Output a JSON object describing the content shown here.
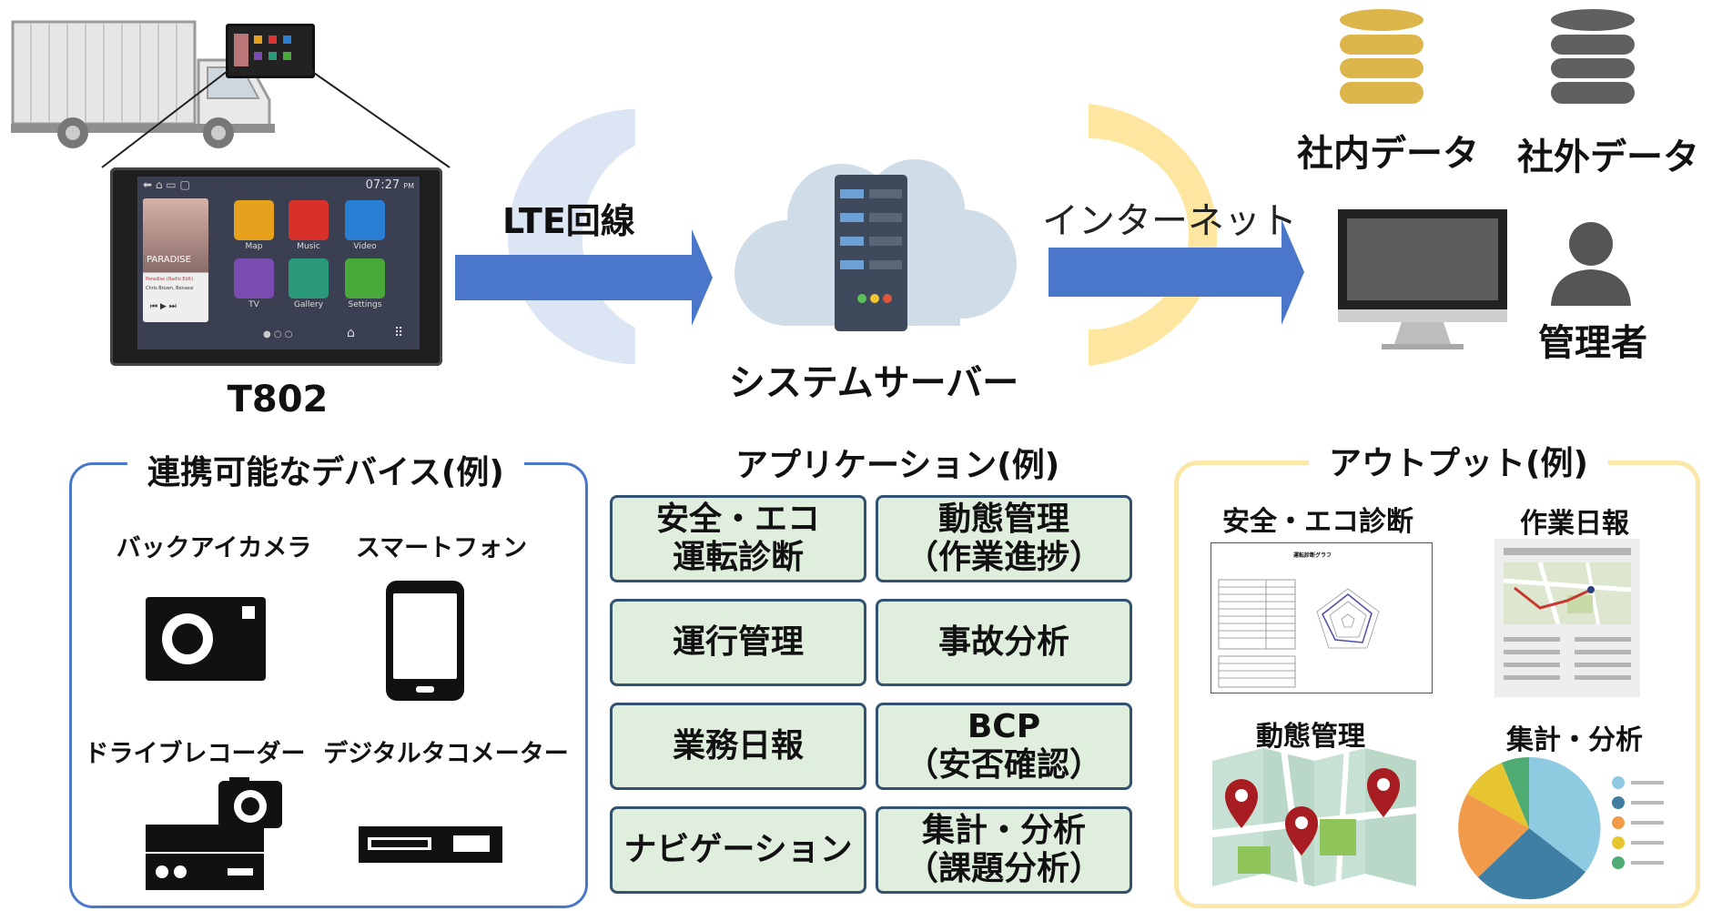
{
  "device": {
    "name": "T802",
    "screen": {
      "clock": "07:27",
      "ampm": "PM",
      "album": "PARADISE",
      "song": "Paradise (Radio Edit)",
      "artist": "Chris Brown, Benassi",
      "apps": [
        "Map",
        "Music",
        "Video",
        "TV",
        "Gallery",
        "Settings"
      ]
    }
  },
  "links": {
    "lte": "LTE回線",
    "internet": "インターネット"
  },
  "server": {
    "label": "システムサーバー"
  },
  "data": {
    "internal": "社内データ",
    "external": "社外データ"
  },
  "admin": {
    "label": "管理者"
  },
  "devices_panel": {
    "title": "連携可能なデバイス(例)",
    "items": [
      "バックアイカメラ",
      "スマートフォン",
      "ドライブレコーダー",
      "デジタルタコメーター"
    ]
  },
  "apps_panel": {
    "title": "アプリケーション(例)",
    "items": [
      [
        "安全・エコ",
        "運転診断"
      ],
      [
        "動態管理",
        "（作業進捗）"
      ],
      [
        "運行管理"
      ],
      [
        "事故分析"
      ],
      [
        "業務日報"
      ],
      [
        "BCP",
        "（安否確認）"
      ],
      [
        "ナビゲーション"
      ],
      [
        "集計・分析",
        "（課題分析）"
      ]
    ]
  },
  "outputs_panel": {
    "title": "アウトプット(例)",
    "items": [
      "安全・エコ診断",
      "作業日報",
      "動態管理",
      "集計・分析"
    ],
    "report_title": "運転診断グラフ"
  },
  "colors": {
    "arrow": "#4a77c9",
    "lte_arc": "#dbe5f3",
    "internet_arc": "#fde7a0",
    "devices_border": "#4a77c9",
    "outputs_border": "#fbe7a7",
    "app_fill": "#dfeedd",
    "app_border": "#33526f",
    "db_gold": "#dcb54b",
    "db_gray": "#606060"
  }
}
